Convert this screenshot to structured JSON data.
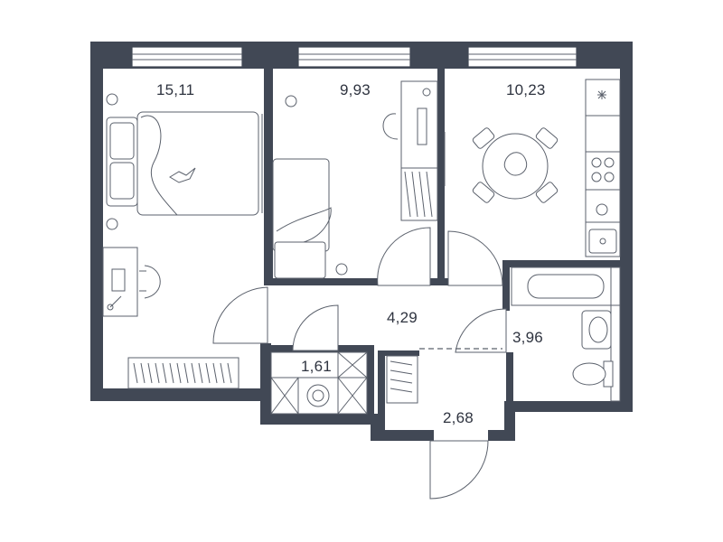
{
  "rooms": {
    "bedroom": {
      "area": "15,11"
    },
    "room2": {
      "area": "9,93"
    },
    "kitchen": {
      "area": "10,23"
    },
    "hall": {
      "area": "4,29"
    },
    "bathroom": {
      "area": "3,96"
    },
    "storage": {
      "area": "1,61"
    },
    "entry": {
      "area": "2,68"
    }
  },
  "colors": {
    "wall": "#414855",
    "line": "#5b616c",
    "background": "#ffffff"
  },
  "icons": [
    "bed-icon",
    "desk-icon",
    "chair-icon",
    "dining-table-icon",
    "stove-icon",
    "sink-icon",
    "bathtub-icon",
    "toilet-icon",
    "washbasin-icon",
    "washing-machine-icon",
    "wardrobe-icon",
    "radiator-icon",
    "plant-icon"
  ]
}
